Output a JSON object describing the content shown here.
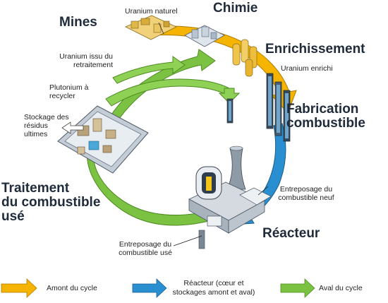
{
  "stages": {
    "mines": "Mines",
    "chimie": "Chimie",
    "enrichissement": "Enrichissement",
    "fabrication_line1": "Fabrication",
    "fabrication_line2": "combustible",
    "reacteur": "Réacteur",
    "traitement_line1": "Traitement",
    "traitement_line2": "du combustible",
    "traitement_line3": "usé"
  },
  "labels": {
    "uranium_naturel": "Uranium naturel",
    "uranium_retraitement_line1": "Uranium issu du",
    "uranium_retraitement_line2": "retraitement",
    "plutonium_line1": "Plutonium à",
    "plutonium_line2": "recycler",
    "stockage_line1": "Stockage des",
    "stockage_line2": "résidus",
    "stockage_line3": "ultimes",
    "uranium_enrichi": "Uranium enrichi",
    "entreposage_neuf_line1": "Entreposage du",
    "entreposage_neuf_line2": "combustible neuf",
    "entreposage_use_line1": "Entreposage du",
    "entreposage_use_line2": "combustible usé"
  },
  "legend": {
    "amont": "Amont du cycle",
    "reacteur_line1": "Réacteur (cœur et",
    "reacteur_line2": "stockages amont et aval)",
    "aval": "Aval du cycle"
  },
  "colors": {
    "amont": "#f5b400",
    "reacteur": "#2a8fd0",
    "aval": "#7cc242"
  }
}
